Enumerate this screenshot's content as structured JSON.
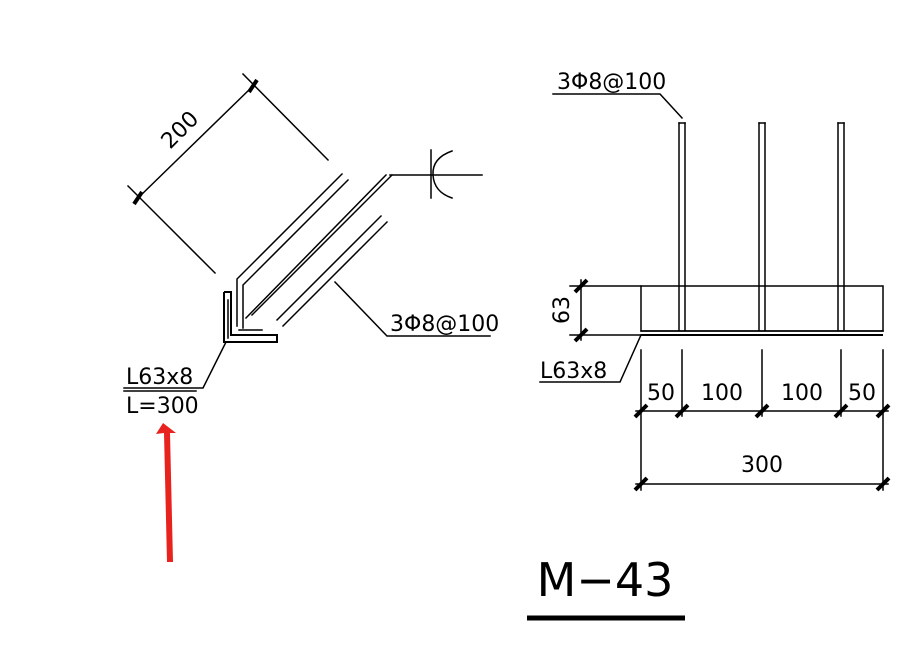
{
  "left_detail": {
    "diagonal_dimension": "200",
    "rebar_label": "3Φ8@100",
    "angle_label": "L63x8",
    "length_label": "L=300"
  },
  "right_detail": {
    "rebar_label": "3Φ8@100",
    "height_dimension": "63",
    "angle_label": "L63x8",
    "spacing_dims": [
      "50",
      "100",
      "100",
      "50"
    ],
    "overall_dim": "300"
  },
  "drawing_title": "M−43",
  "colors": {
    "lines": "#000000",
    "annotation_arrow": "#e8231e"
  }
}
